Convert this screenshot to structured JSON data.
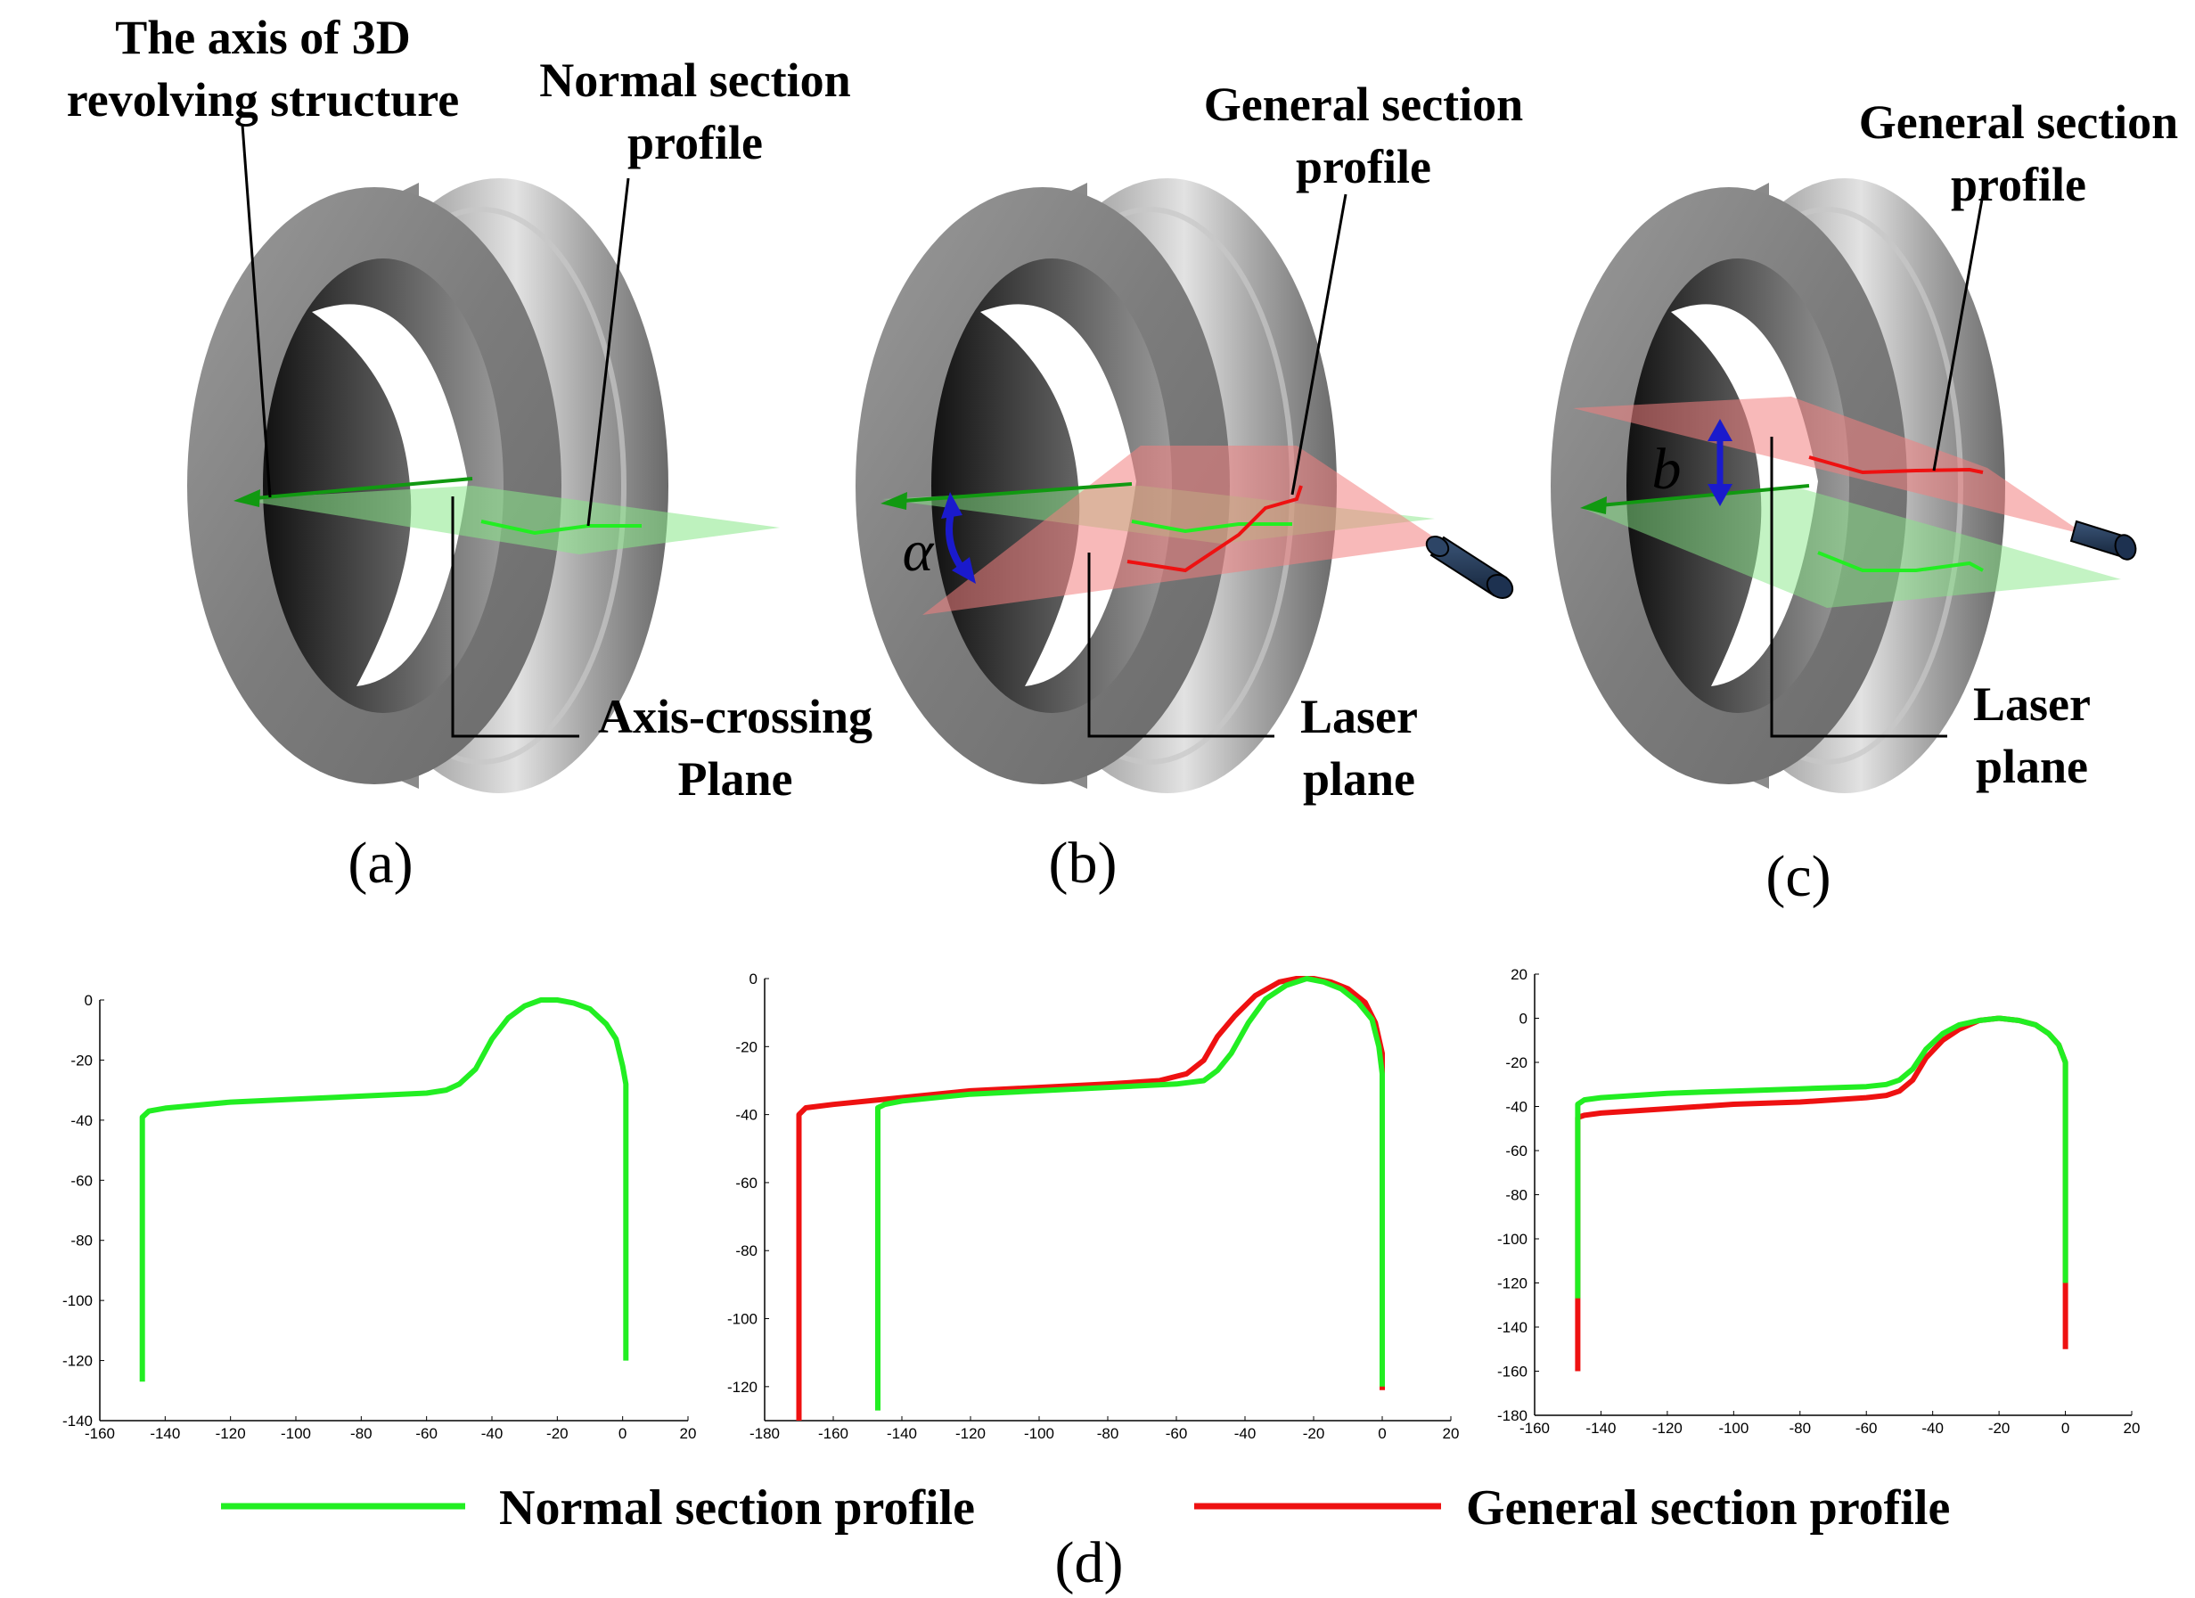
{
  "annotations": {
    "a_axis": [
      "The axis of 3D",
      "revolving structure"
    ],
    "a_normal": [
      "Normal section",
      "profile"
    ],
    "a_plane": [
      "Axis-crossing",
      "Plane"
    ],
    "b_general": [
      "General section",
      "profile"
    ],
    "b_laser": [
      "Laser",
      "plane"
    ],
    "b_symbol": "α",
    "c_general": [
      "General section",
      "profile"
    ],
    "c_laser": [
      "Laser",
      "plane"
    ],
    "c_symbol": "b"
  },
  "captions": {
    "a": "(a)",
    "b": "(b)",
    "c": "(c)",
    "d": "(d)"
  },
  "legend": {
    "green": "Normal section profile",
    "red": "General section profile"
  },
  "colors": {
    "normal": "#22ee22",
    "general": "#ee1111",
    "ring": "#8a8a8a",
    "laser_plane": "#f28080",
    "axis_plane": "#88e888",
    "arrow": "#1a1acc"
  },
  "chart_data": [
    {
      "type": "line",
      "title": "",
      "xlabel": "",
      "ylabel": "",
      "xlim": [
        -160,
        20
      ],
      "ylim": [
        -140,
        0
      ],
      "xticks": [
        -160,
        -140,
        -120,
        -100,
        -80,
        -60,
        -40,
        -20,
        0,
        20
      ],
      "yticks": [
        0,
        -20,
        -40,
        -60,
        -80,
        -100,
        -120,
        -140
      ],
      "series": [
        {
          "color": "#22ee22",
          "points": [
            [
              -147,
              -127
            ],
            [
              -147,
              -39
            ],
            [
              -145,
              -37
            ],
            [
              -140,
              -36
            ],
            [
              -120,
              -34
            ],
            [
              -100,
              -33
            ],
            [
              -80,
              -32
            ],
            [
              -60,
              -31
            ],
            [
              -54,
              -30
            ],
            [
              -50,
              -28
            ],
            [
              -45,
              -23
            ],
            [
              -40,
              -13
            ],
            [
              -35,
              -6
            ],
            [
              -30,
              -2
            ],
            [
              -25,
              0
            ],
            [
              -20,
              0
            ],
            [
              -15,
              -1
            ],
            [
              -10,
              -3
            ],
            [
              -5,
              -8
            ],
            [
              -2,
              -13
            ],
            [
              0,
              -22
            ],
            [
              1,
              -28
            ],
            [
              1,
              -120
            ]
          ]
        }
      ]
    },
    {
      "type": "line",
      "title": "",
      "xlabel": "",
      "ylabel": "",
      "xlim": [
        -180,
        20
      ],
      "ylim": [
        -130,
        0
      ],
      "xticks": [
        -180,
        -160,
        -140,
        -120,
        -100,
        -80,
        -60,
        -40,
        -20,
        0,
        20
      ],
      "yticks": [
        0,
        -20,
        -40,
        -60,
        -80,
        -100,
        -120
      ],
      "series": [
        {
          "color": "#ee1111",
          "points": [
            [
              -170,
              -130
            ],
            [
              -170,
              -40
            ],
            [
              -168,
              -38
            ],
            [
              -160,
              -37
            ],
            [
              -140,
              -35
            ],
            [
              -120,
              -33
            ],
            [
              -100,
              -32
            ],
            [
              -80,
              -31
            ],
            [
              -65,
              -30
            ],
            [
              -57,
              -28
            ],
            [
              -52,
              -24
            ],
            [
              -48,
              -17
            ],
            [
              -43,
              -11
            ],
            [
              -37,
              -5
            ],
            [
              -30,
              -1
            ],
            [
              -25,
              0
            ],
            [
              -20,
              0
            ],
            [
              -15,
              -1
            ],
            [
              -10,
              -3
            ],
            [
              -5,
              -7
            ],
            [
              -2,
              -13
            ],
            [
              0,
              -22
            ],
            [
              0,
              -121
            ]
          ]
        },
        {
          "color": "#22ee22",
          "points": [
            [
              -147,
              -127
            ],
            [
              -147,
              -38
            ],
            [
              -145,
              -37
            ],
            [
              -140,
              -36
            ],
            [
              -120,
              -34
            ],
            [
              -100,
              -33
            ],
            [
              -80,
              -32
            ],
            [
              -60,
              -31
            ],
            [
              -52,
              -30
            ],
            [
              -48,
              -27
            ],
            [
              -44,
              -22
            ],
            [
              -39,
              -13
            ],
            [
              -34,
              -6
            ],
            [
              -28,
              -2
            ],
            [
              -22,
              0
            ],
            [
              -17,
              -1
            ],
            [
              -12,
              -3
            ],
            [
              -7,
              -7
            ],
            [
              -3,
              -12
            ],
            [
              -1,
              -20
            ],
            [
              0,
              -28
            ],
            [
              0,
              -120
            ]
          ]
        }
      ]
    },
    {
      "type": "line",
      "title": "",
      "xlabel": "",
      "ylabel": "",
      "xlim": [
        -160,
        20
      ],
      "ylim": [
        -180,
        20
      ],
      "xticks": [
        -160,
        -140,
        -120,
        -100,
        -80,
        -60,
        -40,
        -20,
        0,
        20
      ],
      "yticks": [
        20,
        0,
        -20,
        -40,
        -60,
        -80,
        -100,
        -120,
        -140,
        -160,
        -180
      ],
      "series": [
        {
          "color": "#ee1111",
          "points": [
            [
              -147,
              -160
            ],
            [
              -147,
              -45
            ],
            [
              -145,
              -44
            ],
            [
              -140,
              -43
            ],
            [
              -120,
              -41
            ],
            [
              -100,
              -39
            ],
            [
              -80,
              -38
            ],
            [
              -60,
              -36
            ],
            [
              -54,
              -35
            ],
            [
              -50,
              -33
            ],
            [
              -46,
              -28
            ],
            [
              -42,
              -18
            ],
            [
              -37,
              -10
            ],
            [
              -32,
              -5
            ],
            [
              -26,
              -1
            ],
            [
              -20,
              0
            ],
            [
              -14,
              -1
            ],
            [
              -9,
              -3
            ],
            [
              -5,
              -7
            ],
            [
              -2,
              -12
            ],
            [
              0,
              -20
            ],
            [
              0,
              -150
            ]
          ]
        },
        {
          "color": "#22ee22",
          "points": [
            [
              -147,
              -127
            ],
            [
              -147,
              -39
            ],
            [
              -145,
              -37
            ],
            [
              -140,
              -36
            ],
            [
              -120,
              -34
            ],
            [
              -100,
              -33
            ],
            [
              -80,
              -32
            ],
            [
              -60,
              -31
            ],
            [
              -54,
              -30
            ],
            [
              -50,
              -28
            ],
            [
              -46,
              -23
            ],
            [
              -42,
              -14
            ],
            [
              -37,
              -7
            ],
            [
              -32,
              -3
            ],
            [
              -26,
              -1
            ],
            [
              -20,
              0
            ],
            [
              -14,
              -1
            ],
            [
              -9,
              -3
            ],
            [
              -5,
              -7
            ],
            [
              -2,
              -12
            ],
            [
              0,
              -20
            ],
            [
              0,
              -28
            ],
            [
              0,
              -120
            ]
          ]
        }
      ]
    }
  ]
}
